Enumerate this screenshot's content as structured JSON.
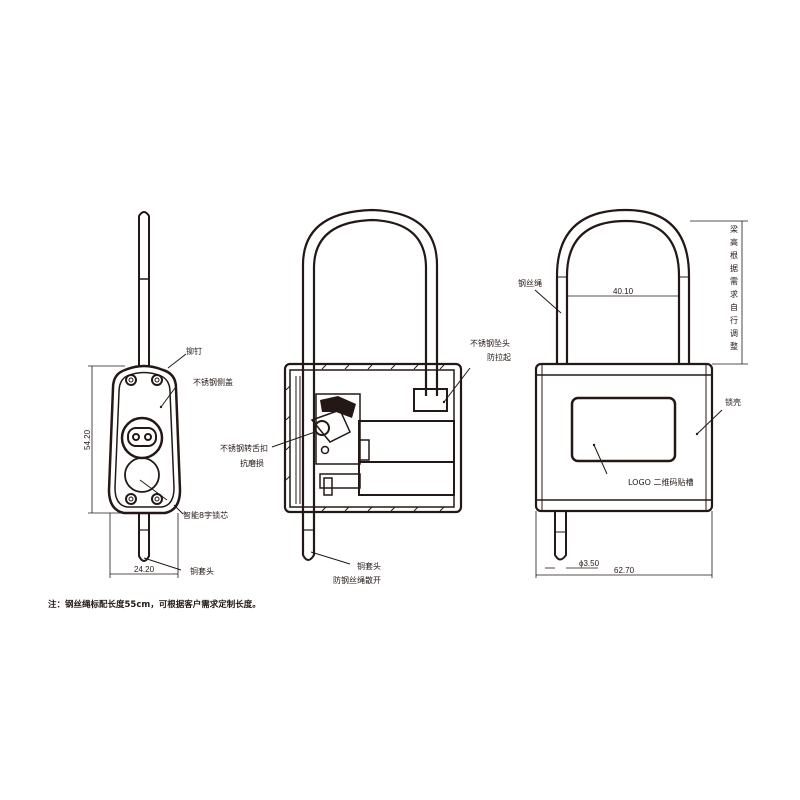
{
  "colors": {
    "line": "#231815",
    "background": "#ffffff"
  },
  "views": {
    "side": {
      "labels": {
        "rivet": "铆钉",
        "side_cover": "不锈钢侧盖",
        "lock_core": "智能8字锁芯",
        "copper_sleeve": "铜套头"
      },
      "dimensions": {
        "height": "54.20",
        "width": "24.20"
      }
    },
    "section": {
      "labels": {
        "steel_head_1": "不锈钢坠头",
        "steel_head_2": "防拉起",
        "latch_1": "不锈钢转舌扣",
        "latch_2": "抗磨损",
        "sleeve_1": "铜套头",
        "sleeve_2": "防钢丝绳散开"
      }
    },
    "front": {
      "labels": {
        "wire_rope": "钢丝绳",
        "shell": "锁壳",
        "logo_slot": "LOGO 二维码贴槽",
        "shackle_height": [
          "梁",
          "高",
          "根",
          "据",
          "需",
          "求",
          "自",
          "行",
          "调",
          "整"
        ]
      },
      "dimensions": {
        "inner_width": "40.10",
        "rod_diameter": "ϕ3.50",
        "total_width": "62.70"
      }
    }
  },
  "note": "注：钢丝绳标配长度55cm，可根据客户需求定制长度。"
}
